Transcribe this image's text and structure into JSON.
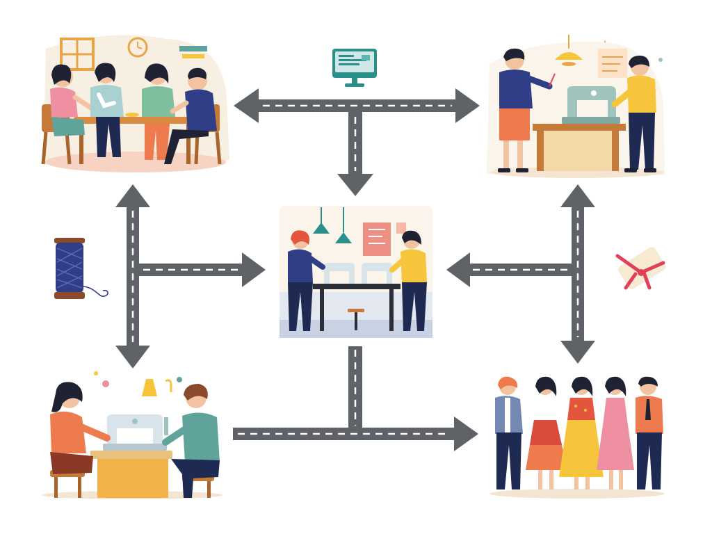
{
  "diagram": {
    "kind": "sewing-workshop-flow",
    "colors": {
      "road": "#5f6267",
      "road_dash": "#ffffff",
      "skin": "#f2c3a0",
      "hair_dark": "#1f2233",
      "hair_brown": "#8a4a2b",
      "navy": "#1e2a52",
      "teal": "#5fa39a",
      "orange": "#ee7b4d",
      "yellow": "#f6c53b",
      "pink": "#ee8fa2",
      "red": "#d94b3c",
      "wood": "#c57a3a",
      "table_top": "#f3d9a8",
      "machine": "#9fc3bd",
      "thread_blue": "#2f3e86",
      "ribbon_red": "#e0405a",
      "panel_bg": "#f7efe2",
      "center_bg": "#eef1f6"
    },
    "icons": [
      "computer-monitor-icon",
      "thread-spool-icon",
      "ribbon-scroll-icon"
    ],
    "scenes": [
      "team-meeting-scene",
      "sewing-lesson-scene",
      "workshop-scene",
      "pair-sewing-scene",
      "fashion-group-scene"
    ],
    "connections": [
      {
        "from": "top-bar",
        "to": "team-meeting-scene",
        "direction": "left"
      },
      {
        "from": "top-bar",
        "to": "sewing-lesson-scene",
        "direction": "right"
      },
      {
        "from": "top-bar",
        "to": "workshop-scene",
        "direction": "down"
      },
      {
        "from": "left-bar",
        "to": "team-meeting-scene",
        "direction": "up"
      },
      {
        "from": "left-bar",
        "to": "pair-sewing-scene",
        "direction": "down"
      },
      {
        "from": "left-bar",
        "to": "workshop-scene",
        "direction": "right"
      },
      {
        "from": "right-bar",
        "to": "sewing-lesson-scene",
        "direction": "up"
      },
      {
        "from": "right-bar",
        "to": "fashion-group-scene",
        "direction": "down"
      },
      {
        "from": "right-bar",
        "to": "workshop-scene",
        "direction": "left"
      },
      {
        "from": "workshop-scene",
        "to": "fashion-group-scene",
        "direction": "right"
      }
    ]
  }
}
